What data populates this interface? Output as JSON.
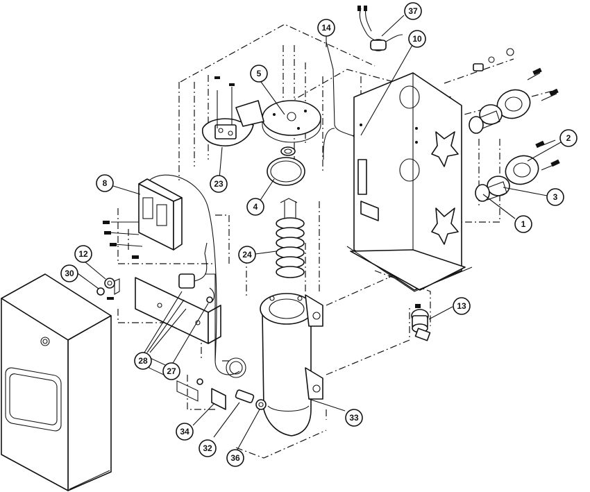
{
  "callouts": [
    {
      "id": "c37",
      "label": "37"
    },
    {
      "id": "c14",
      "label": "14"
    },
    {
      "id": "c10",
      "label": "10"
    },
    {
      "id": "c5",
      "label": "5"
    },
    {
      "id": "c2",
      "label": "2"
    },
    {
      "id": "c3",
      "label": "3"
    },
    {
      "id": "c1",
      "label": "1"
    },
    {
      "id": "c8",
      "label": "8"
    },
    {
      "id": "c23",
      "label": "23"
    },
    {
      "id": "c4",
      "label": "4"
    },
    {
      "id": "c24",
      "label": "24"
    },
    {
      "id": "c12",
      "label": "12"
    },
    {
      "id": "c30",
      "label": "30"
    },
    {
      "id": "c13",
      "label": "13"
    },
    {
      "id": "c28",
      "label": "28"
    },
    {
      "id": "c27",
      "label": "27"
    },
    {
      "id": "c33",
      "label": "33"
    },
    {
      "id": "c34",
      "label": "34"
    },
    {
      "id": "c32",
      "label": "32"
    },
    {
      "id": "c36",
      "label": "36"
    }
  ]
}
